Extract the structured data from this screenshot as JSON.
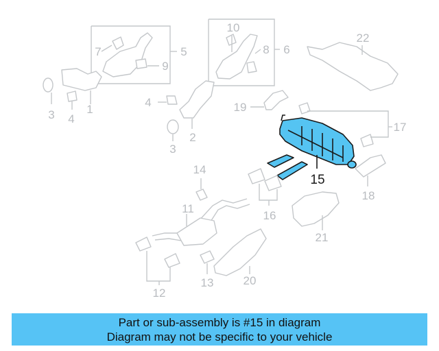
{
  "diagram": {
    "highlight_color": "#56c3f5",
    "highlighted_part": "15",
    "callouts": {
      "c1": "1",
      "c2": "2",
      "c3a": "3",
      "c3b": "3",
      "c4a": "4",
      "c4b": "4",
      "c5": "5",
      "c6": "6",
      "c7": "7",
      "c8": "8",
      "c9": "9",
      "c10": "10",
      "c11": "11",
      "c12": "12",
      "c13": "13",
      "c14": "14",
      "c15": "15",
      "c16": "16",
      "c17": "17",
      "c18": "18",
      "c19": "19",
      "c20": "20",
      "c21": "21",
      "c22": "22"
    }
  },
  "caption": {
    "line1": "Part or sub-assembly is #15 in diagram",
    "line2": "Diagram may not be specific to your vehicle"
  }
}
